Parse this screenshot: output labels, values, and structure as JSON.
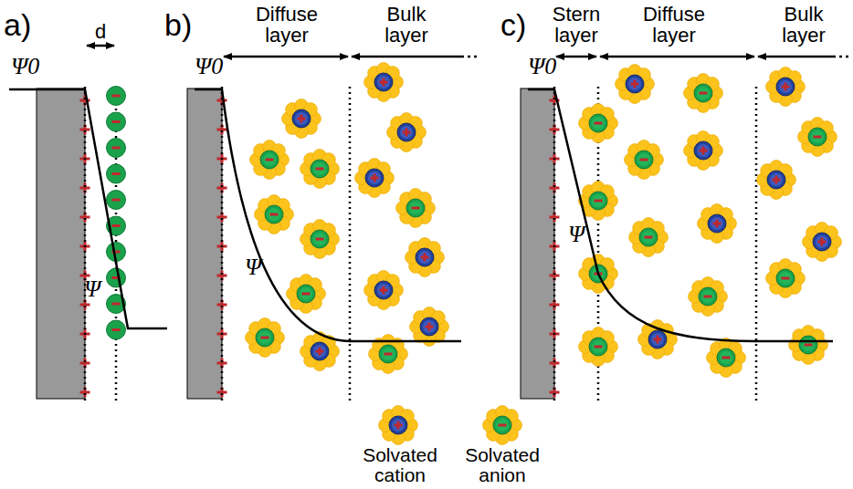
{
  "diagram": {
    "labels": [
      "a)",
      "d",
      "Ψ0",
      "Ψ",
      "b)",
      "Ψ0",
      "Diffuse layer",
      "Bulk layer",
      "Ψ",
      "c)",
      "Ψ0",
      "Stern layer",
      "Diffuse layer",
      "Bulk layer",
      "Ψ"
    ],
    "legend": [
      {
        "text": "Solvated cation"
      },
      {
        "text": "Solvated anion"
      }
    ]
  }
}
